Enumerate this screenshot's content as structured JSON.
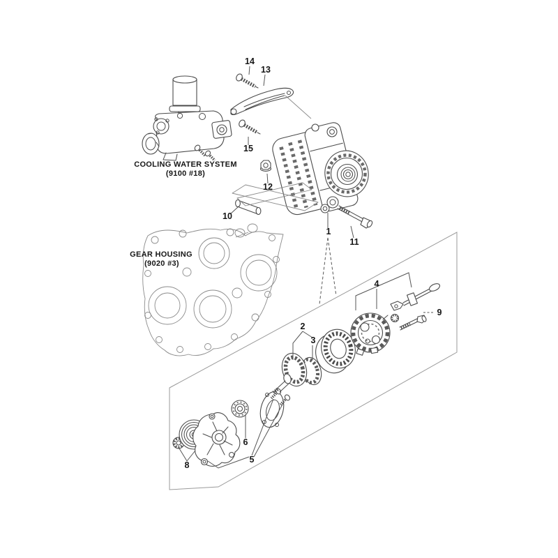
{
  "diagram": {
    "type": "exploded-parts-diagram",
    "title_labels": {
      "cooling_water_system": {
        "line1": "COOLING WATER SYSTEM",
        "line2": "(9100 #18)"
      },
      "gear_housing": {
        "line1": "GEAR HOUSING",
        "line2": "(9020 #3)"
      }
    },
    "callouts": {
      "c1": "1",
      "c2": "2",
      "c3": "3",
      "c4": "4",
      "c5": "5",
      "c6": "6",
      "c8": "8",
      "c9": "9",
      "c10": "10",
      "c11": "11",
      "c12": "12",
      "c13": "13",
      "c14": "14",
      "c15": "15"
    },
    "colors": {
      "background": "#ffffff",
      "line": "#4a4a4a",
      "light_line": "#8a8a8a",
      "leader": "#555555",
      "boundary": "#9a9a9a",
      "text": "#161616"
    }
  }
}
